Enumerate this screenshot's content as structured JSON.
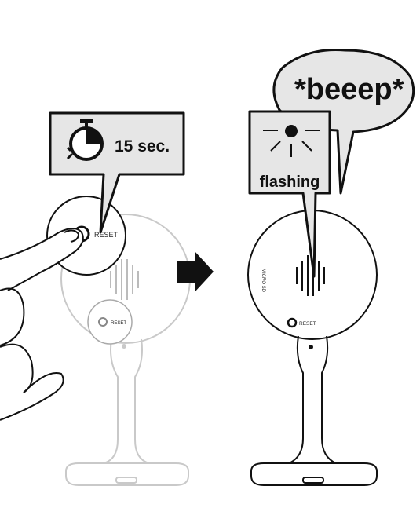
{
  "panels": {
    "left": {
      "timer_label": "15 sec.",
      "reset_label_zoom": "RESET",
      "reset_label_device": "RESET",
      "icon": "stopwatch-icon"
    },
    "right": {
      "status_label": "flashing",
      "sound_text": "*beeep*",
      "reset_label": "RESET",
      "side_label": "MICRO SD",
      "icon": "flashing-led-icon"
    }
  },
  "arrow": {
    "icon": "arrow-right-icon"
  },
  "colors": {
    "ink": "#111111",
    "faded_device": "#c9c9c9",
    "callout_fill": "#e6e6e6",
    "bubble_fill": "#e6e6e6"
  }
}
